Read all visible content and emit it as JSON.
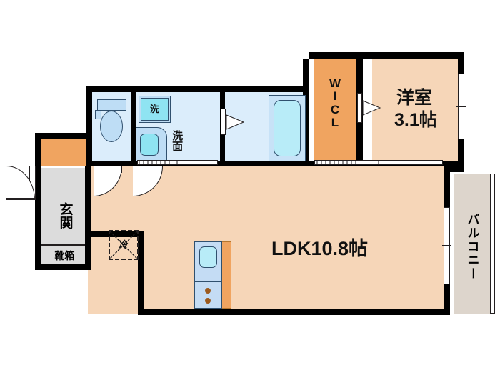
{
  "plan": {
    "type": "japanese-apartment-floor-plan",
    "layout_code": "1LDK",
    "rooms": [
      {
        "key": "ldk",
        "label": "LDK10.8帖",
        "name": "living-dining-kitchen",
        "size_jo": 10.8
      },
      {
        "key": "washitsu",
        "label": "洋室",
        "name": "western-style-room",
        "size_label": "3.1帖",
        "size_jo": 3.1
      },
      {
        "key": "wicl",
        "label": "WICL",
        "name": "walk-in-closet"
      },
      {
        "key": "genkan",
        "label": "玄関",
        "name": "entrance"
      },
      {
        "key": "getabako",
        "label": "靴箱",
        "name": "shoe-cabinet"
      },
      {
        "key": "balcony",
        "label": "バルコニー",
        "name": "balcony"
      },
      {
        "key": "senmen",
        "label": "洗面",
        "name": "washbasin-area"
      },
      {
        "key": "washer",
        "label": "洗",
        "name": "washing-machine"
      },
      {
        "key": "fridge",
        "label": "冷",
        "name": "refrigerator-space"
      }
    ],
    "room_labels": {
      "ldk": "LDK10.8帖",
      "bedroom_name": "洋室",
      "bedroom_size": "3.1帖",
      "wicl": "WICL",
      "wicl_chars": [
        "W",
        "I",
        "C",
        "L"
      ],
      "genkan": "玄関",
      "shoe_cabinet": "靴箱",
      "balcony": "バルコニー",
      "washbasin": "洗面",
      "washing_machine": "洗",
      "refrigerator": "冷"
    },
    "colors": {
      "wall": "#000000",
      "floor_ldk": "#F6D6B8",
      "floor_bedroom": "#F6D6B8",
      "closet_orange": "#F0A460",
      "genkan_gray": "#DCDCDC",
      "wet_area_blue": "#DBEDFB",
      "fixture_blue": "#BEDDF5",
      "accent_cyan": "#8FE4F2",
      "balcony_beige": "#DDD5CC",
      "background": "#FFFFFF"
    },
    "fixtures": [
      {
        "name": "toilet",
        "label": ""
      },
      {
        "name": "washing-machine-pan",
        "label": "洗"
      },
      {
        "name": "washbasin",
        "label": "洗面"
      },
      {
        "name": "bathtub",
        "label": ""
      },
      {
        "name": "kitchen-sink",
        "label": ""
      },
      {
        "name": "gas-stove",
        "label": ""
      },
      {
        "name": "refrigerator-marker",
        "label": "冷"
      }
    ]
  }
}
